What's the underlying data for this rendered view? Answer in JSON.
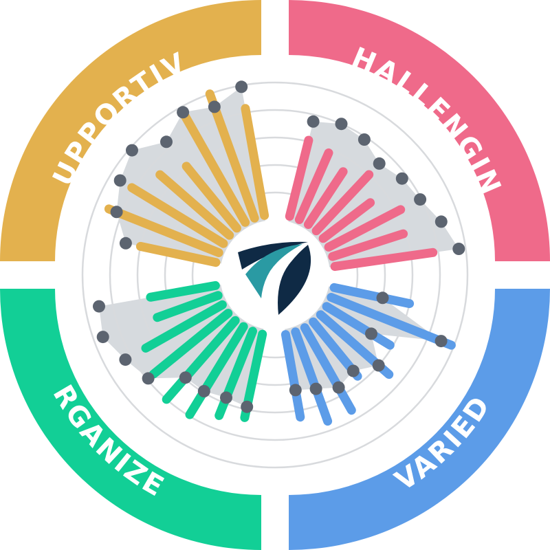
{
  "quadrants": [
    {
      "key": "supportive",
      "label": "SUPPORTIVE",
      "color": "#e3b14e",
      "bars": [
        0.6,
        0.9,
        0.82,
        0.71,
        0.62,
        0.93,
        1.0,
        0.83
      ],
      "markers": [
        0.71,
        0.84,
        0.92,
        0.98,
        0.85,
        0.96,
        0.9,
        0.99
      ]
    },
    {
      "key": "challenging",
      "label": "CHALLENGING",
      "color": "#ef6a8a",
      "bars": [
        0.61,
        0.57,
        0.5,
        0.6,
        0.47,
        0.63,
        0.58,
        0.76
      ],
      "markers": [
        0.75,
        0.8,
        0.78,
        0.71,
        0.76,
        0.79,
        0.87,
        0.95
      ]
    },
    {
      "key": "varied",
      "label": "VARIED",
      "color": "#5c9ce8",
      "bars": [
        0.6,
        0.98,
        0.58,
        0.7,
        0.55,
        0.73,
        0.73,
        0.65
      ],
      "markers": [
        0.4,
        0.9,
        0.42,
        0.6,
        0.5,
        0.54,
        0.48,
        0.45
      ]
    },
    {
      "key": "organized",
      "label": "ORGANIZED",
      "color": "#12cf96",
      "bars": [
        0.66,
        0.7,
        0.79,
        0.8,
        0.74,
        0.68,
        0.51,
        0.52
      ],
      "markers": [
        0.58,
        0.56,
        0.59,
        0.59,
        0.79,
        0.85,
        0.93,
        0.9
      ]
    }
  ],
  "rings": [
    0.2,
    0.4,
    0.6,
    0.8,
    1.0
  ],
  "colors": {
    "grid": "#d8dadd",
    "area": "#cfd3d8",
    "marker": "#5c6470",
    "logo_dark": "#0f2a45",
    "logo_teal": "#2a9aa3"
  },
  "logo_icon": "leaf-logo-icon"
}
